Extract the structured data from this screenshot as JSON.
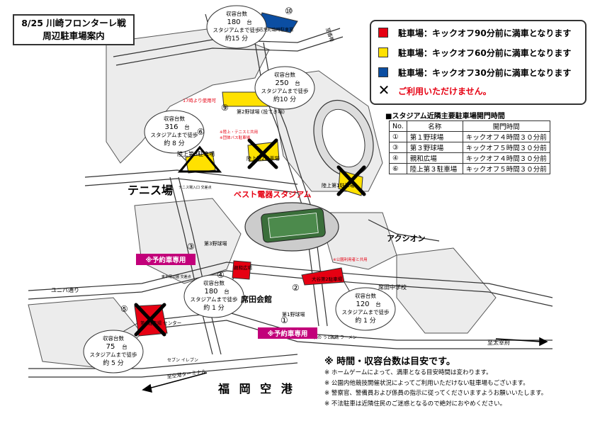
{
  "title": {
    "line1": "8/25 川崎フロンターレ戦",
    "line2": "周辺駐車場案内"
  },
  "legend": {
    "items": [
      {
        "color": "#e60012",
        "label": "駐車場：キックオフ90分前に満車となります"
      },
      {
        "color": "#ffe100",
        "label": "駐車場：キックオフ60分前に満車となります"
      },
      {
        "color": "#0b4ea2",
        "label": "駐車場：キックオフ30分前に満車となります"
      }
    ],
    "cross_symbol": "✕",
    "cross_label": "ご利用いただけません。"
  },
  "gate_table": {
    "title": "■スタジアム近隣主要駐車場開門時間",
    "headers": [
      "No.",
      "名称",
      "開門時間"
    ],
    "rows": [
      [
        "①",
        "第１野球場",
        "キックオフ４時間３０分前"
      ],
      [
        "③",
        "第３野球場",
        "キックオフ５時間３０分前"
      ],
      [
        "④",
        "親和広場",
        "キックオフ４時間３０分前"
      ],
      [
        "⑥",
        "陸上第３駐車場",
        "キックオフ５時間３０分前"
      ]
    ]
  },
  "landmarks": {
    "stadium": "ベスト電器スタジアム",
    "tennis": "テニス場",
    "airport": "福 岡 空 港",
    "kaikan": "席田会館",
    "aqua": "アクシオン",
    "school": "席田中学校",
    "uniba": "ユニバ通り",
    "to_dazaifu": "至太宰府",
    "to_kuko": "至空港ターミナル",
    "to_kasuya": "至香椎",
    "seven": "セブン\nイレブン",
    "meigara": "名鶏\nラーメン",
    "udon": "牧の\nうどん",
    "kohnan": "席田中学校",
    "tennis_kaiyo": "テニス場入口\n交差点",
    "kaminoshi": "東平尾公園\n交差点"
  },
  "lots": {
    "l1": {
      "num": "①",
      "name": "第1野球場"
    },
    "l2": {
      "num": "②",
      "name": "大谷第2駐車場"
    },
    "l3": {
      "num": "③",
      "name": "第3野球場"
    },
    "l4": {
      "num": "④",
      "name": "親和広場"
    },
    "l5": {
      "num": "⑤",
      "name": "第1駐車場\nセンター"
    },
    "l6": {
      "num": "⑥",
      "name": "陸上第3駐車場"
    },
    "l7": {
      "name": "陸上第2駐車場"
    },
    "l8": {
      "name": "陸上第1駐車場"
    },
    "l9": {
      "num": "⑨",
      "name": "第2野球場\n(投てき場)"
    },
    "l10": {
      "num": "⑩",
      "name": "志免町臨時駐車場"
    }
  },
  "capacity": {
    "c10": {
      "head": "収容台数",
      "count": "180",
      "unit": "台",
      "walk": "スタジアムまで徒歩",
      "time": "約15 分"
    },
    "c9": {
      "head": "収容台数",
      "count": "250",
      "unit": "台",
      "walk": "スタジアムまで徒歩",
      "time": "約10 分"
    },
    "c6": {
      "head": "収容台数",
      "count": "316",
      "unit": "台",
      "walk": "スタジアムまで徒歩",
      "time": "約 8 分"
    },
    "c4": {
      "head": "収容台数",
      "count": "180",
      "unit": "台",
      "walk": "スタジアムまで徒歩",
      "time": "約 1 分"
    },
    "c1": {
      "head": "収容台数",
      "count": "120",
      "unit": "台",
      "walk": "スタジアムまで徒歩",
      "time": "約 1 分"
    },
    "c5": {
      "head": "収容台数",
      "count": "75",
      "unit": "台",
      "walk": "スタジアムまで徒歩",
      "time": "約 5 分"
    }
  },
  "notes_map": {
    "after17": "17時より使用可",
    "rikujo": "※陸上・テニスと共用",
    "kankei": "※団体バス駐車場",
    "koen": "※公園利用者と共用",
    "reserve1": "※予約車専用",
    "reserve2": "※予約車専用"
  },
  "notes": {
    "headline": "※ 時間・収容台数は目安です。",
    "lines": [
      "※ ホームゲームによって、満車となる目安時間は変わります。",
      "※ 公園内他競技開催状況によってご利用いただけない駐車場もございます。",
      "※ 警察官、警備員および係員の指示に従ってくださいますようお願いいたします。",
      "※ 不法駐車は近隣住民のご迷惑となるので絶対におやめください。"
    ]
  },
  "colors": {
    "red": "#e60012",
    "yellow": "#ffe100",
    "blue": "#0b4ea2",
    "pink": "#c2007a",
    "road": "#ffffff",
    "ground": "#e8e8e8"
  }
}
